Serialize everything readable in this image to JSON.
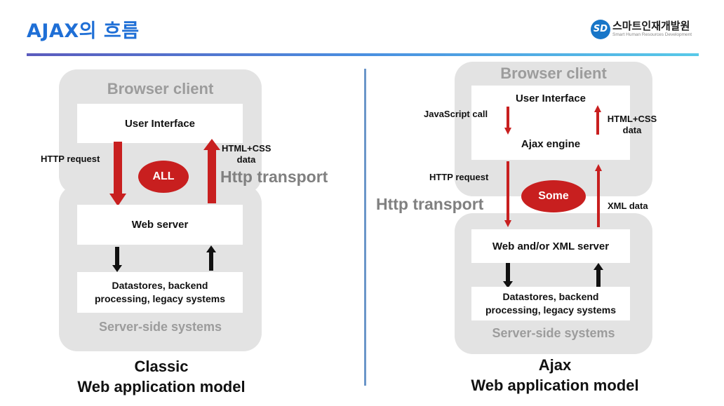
{
  "header": {
    "title": "AJAX의 흐름",
    "logo_mark": "SD",
    "logo_name": "스마트인재개발원",
    "logo_subtitle": "Smart Human Resources Development"
  },
  "classic": {
    "browser_title": "Browser client",
    "user_interface": "User Interface",
    "request_label": "HTTP request",
    "response_label_1": "HTML+CSS",
    "response_label_2": "data",
    "badge": "ALL",
    "transport": "Http transport",
    "web_server": "Web server",
    "datastores_1": "Datastores, backend",
    "datastores_2": "processing, legacy systems",
    "server_title": "Server-side systems",
    "caption_1": "Classic",
    "caption_2": "Web application model"
  },
  "ajax": {
    "browser_title": "Browser client",
    "user_interface": "User Interface",
    "js_call_label": "JavaScript call",
    "engine_response_1": "HTML+CSS",
    "engine_response_2": "data",
    "ajax_engine": "Ajax engine",
    "request_label": "HTTP request",
    "badge": "Some",
    "xml_label": "XML data",
    "transport": "Http transport",
    "web_server": "Web and/or XML server",
    "datastores_1": "Datastores, backend",
    "datastores_2": "processing, legacy systems",
    "server_title": "Server-side systems",
    "caption_1": "Ajax",
    "caption_2": "Web application model"
  },
  "colors": {
    "title": "#1f6fd6",
    "arrow_red": "#c81f1f",
    "arrow_black": "#111111",
    "panel_grey": "#e3e3e3",
    "divider": "#6b96c9"
  }
}
